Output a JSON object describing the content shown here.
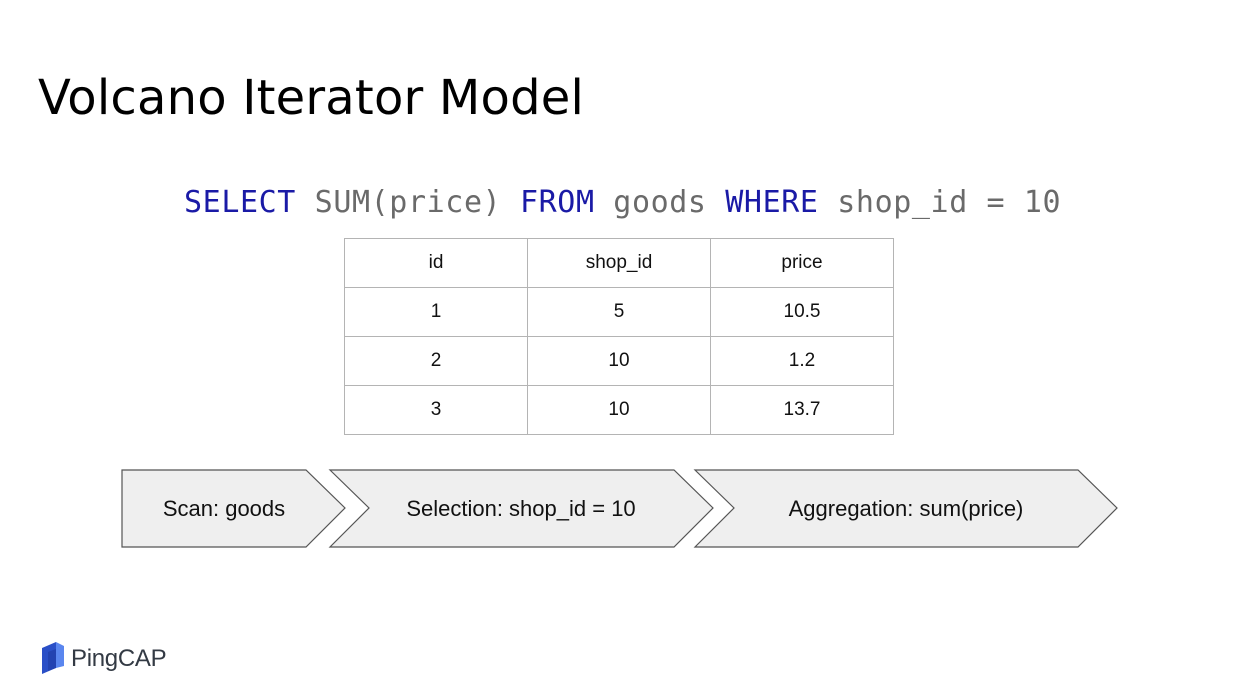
{
  "slide": {
    "title": "Volcano Iterator Model"
  },
  "query": {
    "select_kw": "SELECT",
    "select_expr": "SUM(price)",
    "from_kw": "FROM",
    "table_name": "goods",
    "where_kw": "WHERE",
    "condition": "shop_id = 10"
  },
  "table": {
    "headers": [
      "id",
      "shop_id",
      "price"
    ],
    "rows": [
      [
        "1",
        "5",
        "10.5"
      ],
      [
        "2",
        "10",
        "1.2"
      ],
      [
        "3",
        "10",
        "13.7"
      ]
    ]
  },
  "pipeline": {
    "steps": [
      "Scan: goods",
      "Selection: shop_id = 10",
      "Aggregation: sum(price)"
    ]
  },
  "colors": {
    "keyword": "#1a1aa6",
    "sql_text": "#6a6a6a",
    "step_fill": "#efefef",
    "step_stroke": "#555555",
    "logo_blue": "#3b62e0"
  },
  "logo": {
    "text": "PingCAP"
  }
}
